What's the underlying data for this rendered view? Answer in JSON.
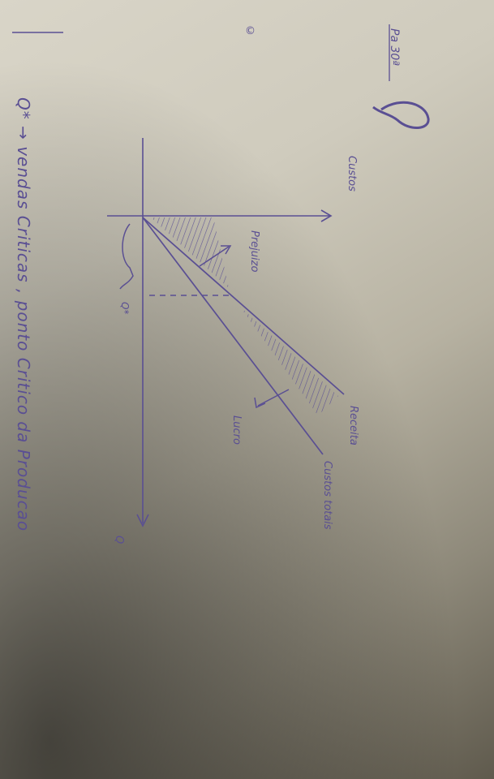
{
  "header": {
    "page_ref": "Pa 30ª",
    "circle_mark": "©"
  },
  "diagram": {
    "y_axis_label": "Custos",
    "x_axis_label": "Q",
    "q_star_label": "Q*",
    "revenue_line_label": "Receita",
    "total_cost_line_label": "Custos totais",
    "loss_label": "Prejuizo",
    "profit_label": "Lucro"
  },
  "footer": {
    "note": "Q* → vendas Criticas , ponto Critico da Producao"
  },
  "colors": {
    "ink": "#5a4f93",
    "paper": "#d4d0c3"
  }
}
